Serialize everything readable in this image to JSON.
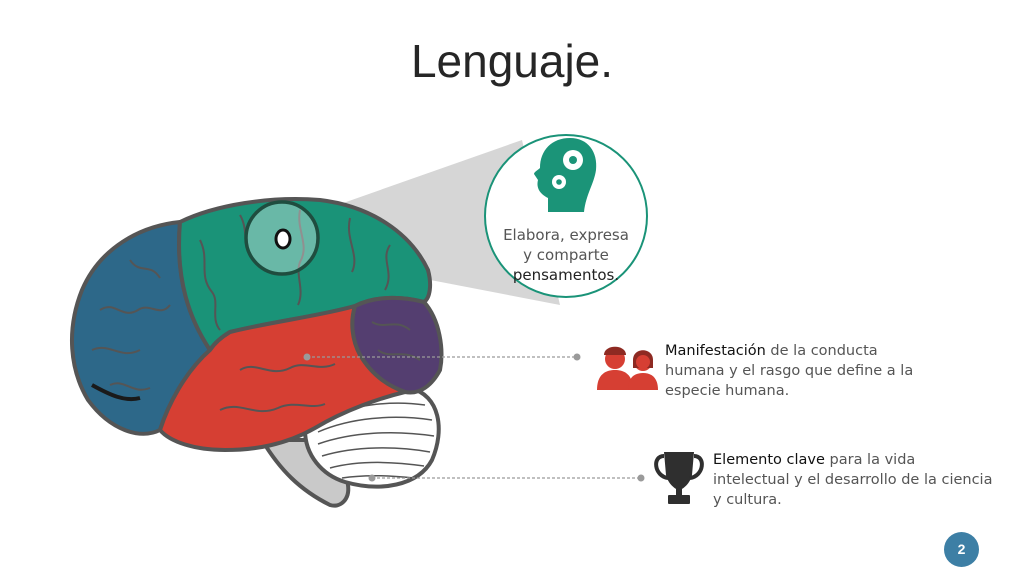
{
  "slide": {
    "title": "Lenguaje.",
    "page_number": "2"
  },
  "bubble": {
    "text_1": "Elabora, expresa y comparte",
    "keyword": "pensamentos."
  },
  "item_1": {
    "keyword": "Manifestación",
    "text": " de  la conducta humana y el rasgo que define a la especie humana."
  },
  "item_2": {
    "keyword": "Elemento clave",
    "text": " para la vida intelectual y el desarrollo de la ciencia y  cultura."
  },
  "colors": {
    "frontal": "#2d6889",
    "parietal": "#1a9378",
    "temporal": "#d63f33",
    "occipital": "#543e70",
    "icon_teal": "#1b9478",
    "icon_red": "#d63f33",
    "trophy": "#2f2f2f",
    "badge": "#3d7fa5"
  }
}
